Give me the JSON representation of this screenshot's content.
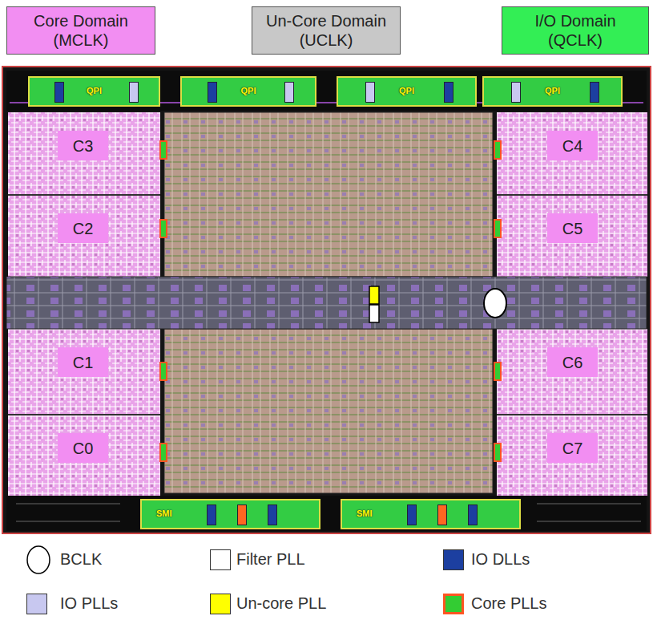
{
  "diagram": {
    "nodes": [
      {
        "text": [
          "Core Domain (MCLK)"
        ]
      },
      {
        "text": [
          "Un-Core Domain (UCLK)"
        ]
      },
      {
        "text": [
          "I/O Domain (QCLK)"
        ]
      },
      {
        "text": [
          "QPI"
        ]
      },
      {
        "text": [
          "QPI"
        ]
      },
      {
        "text": [
          "QPI"
        ]
      },
      {
        "text": [
          "QPI"
        ]
      },
      {
        "text": [
          "C3"
        ]
      },
      {
        "text": [
          "C4"
        ]
      },
      {
        "text": [
          "C2"
        ]
      },
      {
        "text": [
          "C5"
        ]
      },
      {
        "text": [
          "C1"
        ]
      },
      {
        "text": [
          "C6"
        ]
      },
      {
        "text": [
          "C0"
        ]
      },
      {
        "text": [
          "C7"
        ]
      },
      {
        "text": [
          "SMI"
        ]
      },
      {
        "text": [
          "SMI"
        ]
      }
    ],
    "legend": [
      {
        "text": "BCLK"
      },
      {
        "text": "Filter PLL",
        "color": "#ffffff"
      },
      {
        "text": "IO DLLs",
        "color": "#1c3fa0"
      },
      {
        "text": "IO PLLs",
        "color": "#c8c8f0"
      },
      {
        "text": "Un-core PLL",
        "color": "#ffff00"
      },
      {
        "text": "Core PLLs",
        "color": "#33cc33"
      }
    ]
  }
}
